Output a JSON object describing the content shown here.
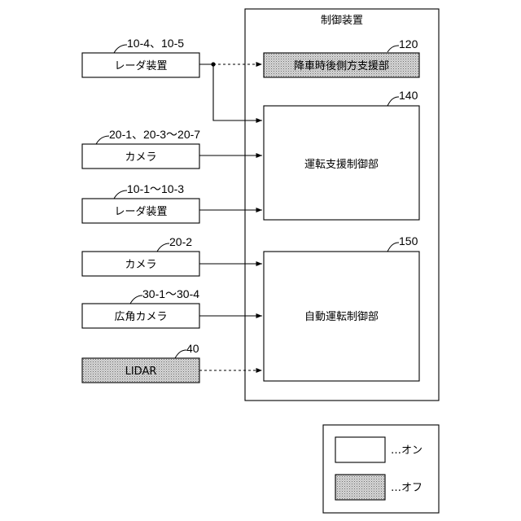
{
  "controller": {
    "title": "制御装置"
  },
  "units": {
    "lane_change": {
      "label": "降車時後側方支援部",
      "ref": "120",
      "state": "off"
    },
    "driving_support": {
      "label": "運転支援制御部",
      "ref": "140",
      "state": "on"
    },
    "auto_driving": {
      "label": "自動運転制御部",
      "ref": "150",
      "state": "on"
    }
  },
  "sensors": {
    "radar_a": {
      "label": "レーダ装置",
      "ref": "10-4、10-5",
      "state": "on"
    },
    "camera_a": {
      "label": "カメラ",
      "ref": "20-1、20-3～20-7",
      "state": "on"
    },
    "radar_b": {
      "label": "レーダ装置",
      "ref": "10-1～10-3",
      "state": "on"
    },
    "camera_b": {
      "label": "カメラ",
      "ref": "20-2",
      "state": "on"
    },
    "wide_camera": {
      "label": "広角カメラ",
      "ref": "30-1～30-4",
      "state": "on"
    },
    "lidar": {
      "label": "LIDAR",
      "ref": "40",
      "state": "off"
    }
  },
  "legend": {
    "on_label": "…オン",
    "off_label": "…オフ"
  }
}
